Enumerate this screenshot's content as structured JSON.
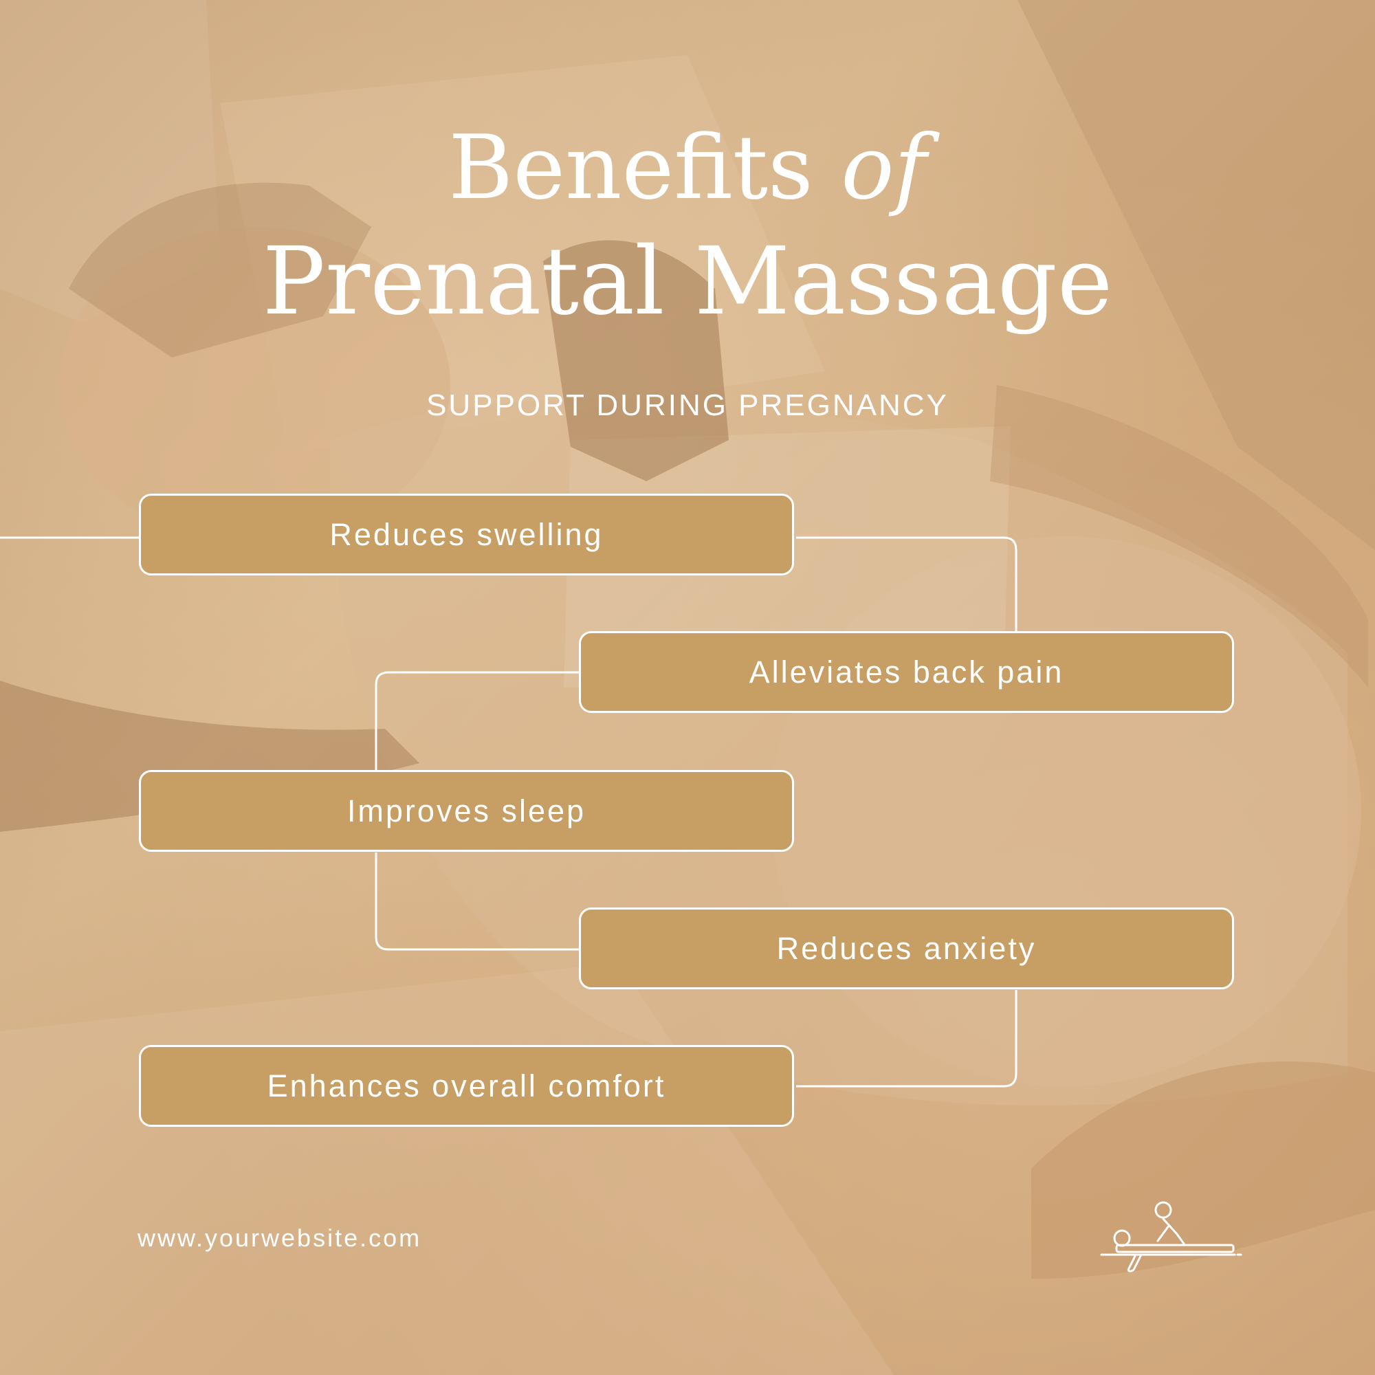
{
  "title": {
    "line1_main": "Benefits",
    "line1_italic": "of",
    "line2": "Prenatal Massage"
  },
  "subtitle": "SUPPORT DURING PREGNANCY",
  "benefits": [
    {
      "label": "Reduces swelling"
    },
    {
      "label": "Alleviates back pain"
    },
    {
      "label": "Improves sleep"
    },
    {
      "label": "Reduces anxiety"
    },
    {
      "label": "Enhances overall comfort"
    }
  ],
  "footer": {
    "url": "www.yourwebsite.com",
    "logo_icon": "massage-table-icon"
  },
  "colors": {
    "box_fill": "#c79f64",
    "background": "#cfa679",
    "text": "#ffffff"
  }
}
